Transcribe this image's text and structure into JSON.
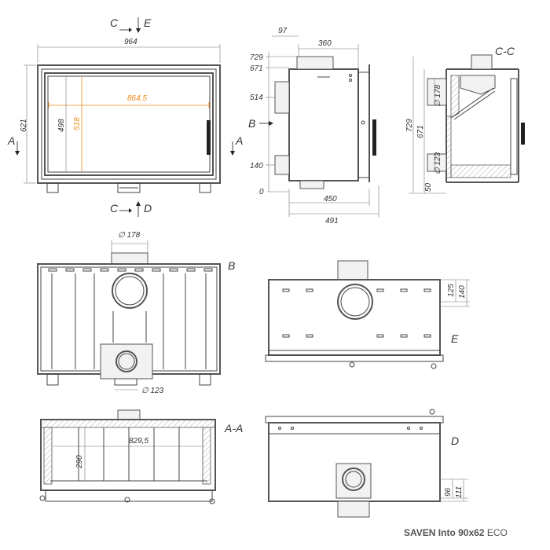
{
  "front": {
    "dim_width": "964",
    "dim_height": "621",
    "dim_glass_width": "864,5",
    "dim_glass_height_orange": "518",
    "dim_inner_height": "498",
    "section_c": "C",
    "section_e": "E",
    "section_c2": "C",
    "section_d": "D",
    "section_a_left": "A",
    "section_a_right": "A"
  },
  "side": {
    "dim_97": "97",
    "dim_360": "360",
    "dim_729": "729",
    "dim_671": "671",
    "dim_514": "514",
    "dim_140": "140",
    "dim_0": "0",
    "dim_450": "450",
    "dim_491": "491",
    "section_b": "B"
  },
  "section_cc": {
    "label": "C-C",
    "dim_729": "729",
    "dim_671": "671",
    "dim_d178": "∅ 178",
    "dim_d123": "∅ 123",
    "dim_50": "50"
  },
  "view_b": {
    "label": "B",
    "dim_d178": "∅ 178",
    "dim_d123": "∅ 123"
  },
  "view_e": {
    "label": "E",
    "dim_125": "125",
    "dim_140": "140"
  },
  "section_aa": {
    "label": "A-A",
    "dim_8295": "829,5",
    "dim_290": "290"
  },
  "view_d": {
    "label": "D",
    "dim_96": "96",
    "dim_111": "111"
  },
  "product": {
    "name_bold": "SAVEN Into 90x62",
    "name_suffix": " ECO"
  }
}
